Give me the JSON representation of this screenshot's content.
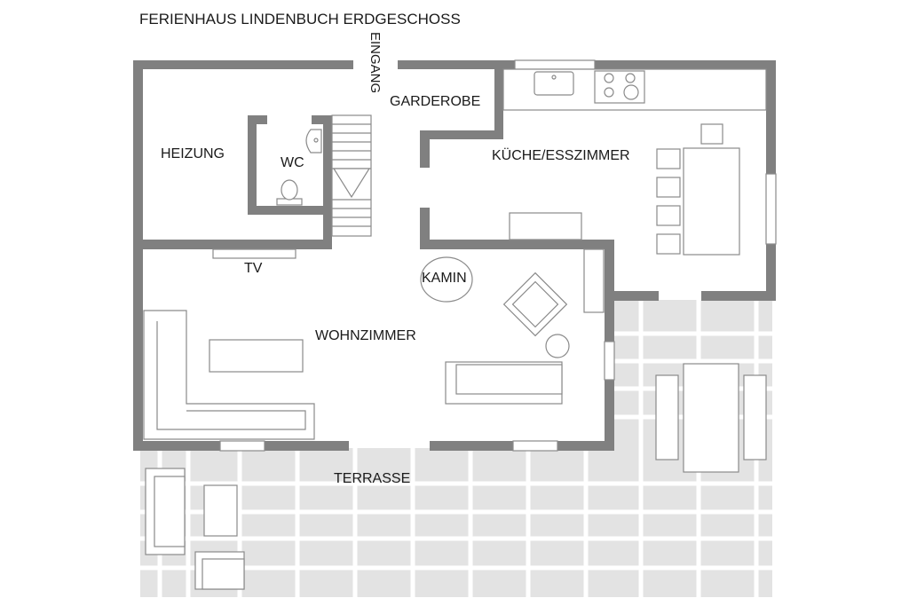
{
  "title": "FERIENHAUS LINDENBUCH ERDGESCHOSS",
  "rooms": {
    "eingang": "EINGANG",
    "garderobe": "GARDEROBE",
    "heizung": "HEIZUNG",
    "wc": "WC",
    "kueche": "KÜCHE/ESSZIMMER",
    "tv": "TV",
    "kamin": "KAMIN",
    "wohnzimmer": "WOHNZIMMER",
    "terrasse": "TERRASSE"
  },
  "colors": {
    "wall": "#808080",
    "terrace_tile": "#e3e3e3",
    "furniture_stroke": "#8a8a8a",
    "text": "#1a1a1a"
  }
}
